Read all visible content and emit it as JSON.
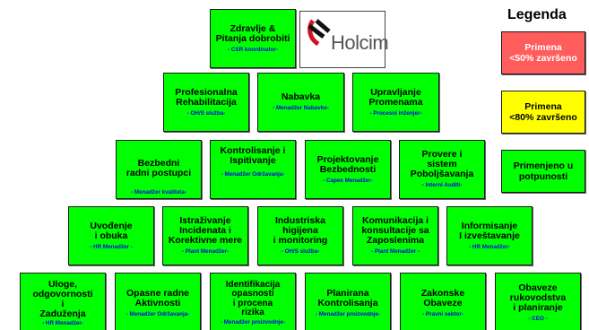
{
  "logo": {
    "text": "Holcim",
    "mark_color": "#d3131f",
    "text_color": "#555555"
  },
  "legend": {
    "title": "Legenda",
    "items": [
      {
        "label": "Primena\n<50% završeno",
        "color": "#ff5c5c",
        "text_color": "#ffffff"
      },
      {
        "label": "Primena\n<80% završeno",
        "color": "#ffff00",
        "text_color": "#000000"
      },
      {
        "label": "Primenjeno u\npotpunosti",
        "color": "#00ff00",
        "text_color": "#000000"
      }
    ]
  },
  "boxes": {
    "zdravlje": {
      "title": "Zdravlje &\nPitanja dobrobiti",
      "sub": "- CSR koordinator-"
    },
    "profesionalna": {
      "title": "Profesionalna\nRehabilitacija",
      "sub": "- OH/S služba-"
    },
    "nabavka": {
      "title": "Nabavka",
      "sub": "- Menadžer Nabavke-"
    },
    "upravljanje": {
      "title": "Upravljanje\nPromenama",
      "sub": "- Procesni inženjer-"
    },
    "bezbedni": {
      "title": "Bezbedni\nradni postupci",
      "sub": "- Menadžer kvaliteta-"
    },
    "kontrolisanje": {
      "title": "Kontrolisanje i\nIspitivanje",
      "sub": "- Menadžer Održavanja-"
    },
    "projektovanje": {
      "title": "Projektovanje\nBezbednosti",
      "sub": "- Capex Menadžer-"
    },
    "provere": {
      "title": "Provere i\nsistem\nPoboljšavanja",
      "sub": "- Interni Auditi-"
    },
    "uvodjenje": {
      "title": "Uvođenje\ni obuka",
      "sub": "- HR Menadžer -"
    },
    "istrazivanje": {
      "title": "Istraživanje\nIncidenata i\nKorektivne  mere",
      "sub": "- Plant Menadžer-"
    },
    "industrijska": {
      "title": "Industriska\nhigijena\ni monitoring",
      "sub": "- OH/S služba-"
    },
    "komunikacija": {
      "title": "Komunikacija i\nkonsultacije sa\nZaposlenima",
      "sub": "- Plant Menadžer -"
    },
    "informisanje": {
      "title": "Informisanje\nI  izveštavanje",
      "sub": "- HR Menadžer-"
    },
    "uloge": {
      "title": "Uloge,\nodgovornosti\ni\nZaduženja",
      "sub": "- HR Menadžer-"
    },
    "opasne": {
      "title": "Opasne radne\nAktivnosti",
      "sub": "- Menadžer Održavanja-"
    },
    "identifikacija": {
      "title": "Identifikacija\nopasnosti\ni procena\nrizika",
      "sub": "- Menadžer proizvodnje-"
    },
    "planirana": {
      "title": "Planirana\nKontrolisanja",
      "sub": "- Menadžer proizvodnje-"
    },
    "zakonske": {
      "title": "Zakonske\nObaveze",
      "sub": "- Pravni sektor-"
    },
    "obaveze": {
      "title": "Obaveze\nrukovodstva\ni planiranje",
      "sub": "- CEO -"
    }
  }
}
